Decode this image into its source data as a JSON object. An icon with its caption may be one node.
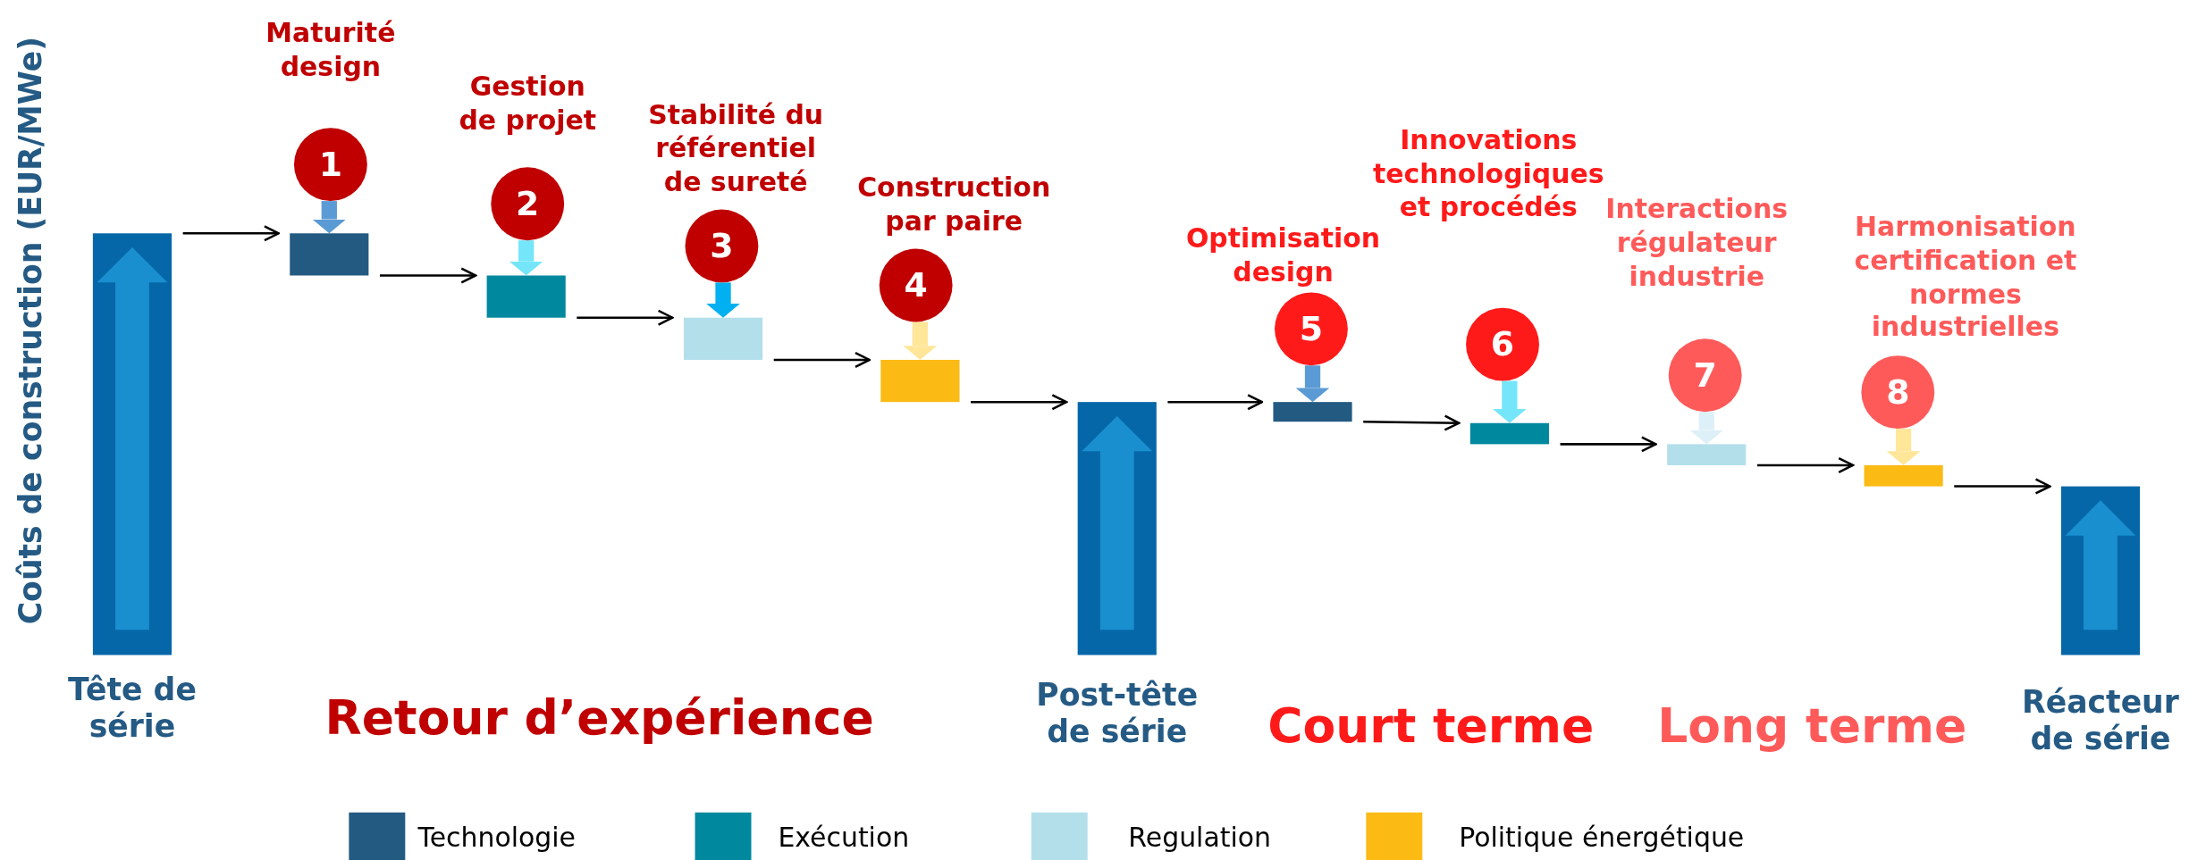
{
  "diagram": {
    "nodes": [
      {
        "text": [
          "Tête de série"
        ]
      },
      {
        "text": [
          "1"
        ],
        "beside": [
          "Maturité design"
        ]
      },
      {
        "text": [],
        "shape": "bar"
      },
      {
        "text": [
          "2"
        ],
        "beside": [
          "Gestion de projet"
        ]
      },
      {
        "text": [],
        "shape": "bar"
      },
      {
        "text": [
          "3"
        ],
        "beside": [
          "Stabilité du référentiel de sureté"
        ]
      },
      {
        "text": [],
        "shape": "bar"
      },
      {
        "text": [
          "4"
        ],
        "beside": [
          "Construction par paire"
        ]
      },
      {
        "text": [],
        "shape": "bar"
      },
      {
        "text": [
          "Post-tête de série"
        ]
      },
      {
        "text": [
          "5"
        ],
        "beside": [
          "Optimisation design"
        ]
      },
      {
        "text": [],
        "shape": "bar"
      },
      {
        "text": [
          "6"
        ],
        "beside": [
          "Innovations technologiques et procédés"
        ]
      },
      {
        "text": [],
        "shape": "bar"
      },
      {
        "text": [
          "7"
        ],
        "beside": [
          "Interactions régulateur industrie"
        ]
      },
      {
        "text": [],
        "shape": "bar"
      },
      {
        "text": [
          "8"
        ],
        "beside": [
          "Harmonisation certification et normes industrielles"
        ]
      },
      {
        "text": [],
        "shape": "bar"
      },
      {
        "text": [
          "Réacteur de série"
        ]
      }
    ],
    "edges": [
      {
        "from": 0,
        "to": 2,
        "arrow": "to"
      },
      {
        "from": 1,
        "to": 2,
        "arrow": "to",
        "style": "thick",
        "color": "#5b9bd5"
      },
      {
        "from": 2,
        "to": 4,
        "arrow": "to"
      },
      {
        "from": 3,
        "to": 4,
        "arrow": "to",
        "style": "thick",
        "color": "#75e6f9"
      },
      {
        "from": 4,
        "to": 6,
        "arrow": "to"
      },
      {
        "from": 5,
        "to": 6,
        "arrow": "to",
        "style": "thick",
        "color": "#00b0f0"
      },
      {
        "from": 6,
        "to": 8,
        "arrow": "to"
      },
      {
        "from": 7,
        "to": 8,
        "arrow": "to",
        "style": "thick",
        "color": "#ffe699"
      },
      {
        "from": 8,
        "to": 9,
        "arrow": "to"
      },
      {
        "from": 9,
        "to": 11,
        "arrow": "to"
      },
      {
        "from": 10,
        "to": 11,
        "arrow": "to",
        "style": "thick",
        "color": "#5b9bd5"
      },
      {
        "from": 11,
        "to": 13,
        "arrow": "to"
      },
      {
        "from": 12,
        "to": 13,
        "arrow": "to",
        "style": "thick",
        "color": "#75e6f9"
      },
      {
        "from": 13,
        "to": 15,
        "arrow": "to"
      },
      {
        "from": 14,
        "to": 15,
        "arrow": "to",
        "style": "thick",
        "color": "#ddf0f8"
      },
      {
        "from": 15,
        "to": 17,
        "arrow": "to"
      },
      {
        "from": 16,
        "to": 17,
        "arrow": "to",
        "style": "thick",
        "color": "#ffe699"
      },
      {
        "from": 17,
        "to": 18,
        "arrow": "to"
      }
    ],
    "labels": [
      "Coûts de construction (EUR/MWe)",
      "Retour d’expérience",
      "Court terme",
      "Long terme"
    ],
    "legend": [
      {
        "text": "Technologie",
        "color": "#235a82"
      },
      {
        "text": "Exécution",
        "color": "#00889e"
      },
      {
        "text": "Regulation",
        "color": "#b3dfea"
      },
      {
        "text": "Politique énergétique",
        "color": "#fbba14"
      }
    ]
  }
}
